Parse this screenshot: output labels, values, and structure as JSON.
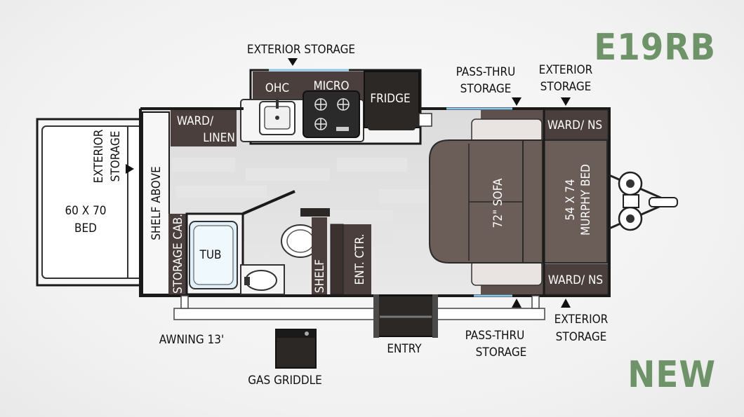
{
  "model_code": "E19RB",
  "badge": "NEW",
  "colors": {
    "accent_green": "#6f9369",
    "furniture_brown": "#4a3f3c",
    "sofa_brown": "#6b5d58",
    "wall": "#1a1a1a"
  },
  "labels": {
    "exterior_storage_top": "EXTERIOR STORAGE",
    "ohc": "OHC",
    "micro": "MICRO",
    "fridge": "FRIDGE",
    "pass_thru_top_1": "PASS-THRU",
    "pass_thru_top_2": "STORAGE",
    "exterior_storage_right_1": "EXTERIOR",
    "exterior_storage_right_2": "STORAGE",
    "ward_linen_1": "WARD/",
    "ward_linen_2": "LINEN",
    "ward_ns_top": "WARD/ NS",
    "ward_ns_bottom": "WARD/ NS",
    "exterior_storage_left_1": "EXTERIOR",
    "exterior_storage_left_2": "STORAGE",
    "bed_1": "60 X 70",
    "bed_2": "BED",
    "shelf_above": "SHELF ABOVE",
    "storage_cab": "STORAGE CAB.",
    "tub": "TUB",
    "shelf": "SHELF",
    "ent_ctr": "ENT. CTR.",
    "sofa": "72\" SOFA",
    "murphy_1": "54 X 74",
    "murphy_2": "MURPHY BED",
    "awning": "AWNING 13'",
    "gas_griddle": "GAS GRIDDLE",
    "entry": "ENTRY",
    "pass_thru_bottom_1": "PASS-THRU",
    "pass_thru_bottom_2": "STORAGE",
    "exterior_storage_bottom_1": "EXTERIOR",
    "exterior_storage_bottom_2": "STORAGE"
  }
}
